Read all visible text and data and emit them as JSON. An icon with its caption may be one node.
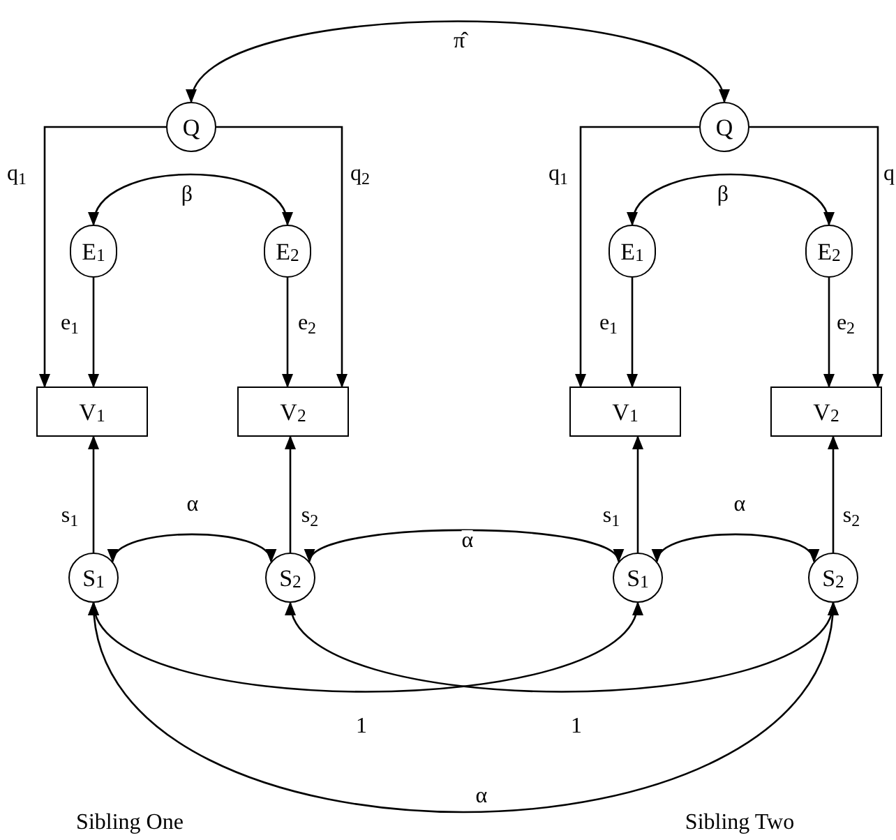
{
  "diagram": {
    "nodes": [
      {
        "text": [
          "Q"
        ]
      },
      {
        "text": [
          "E$_{1}$"
        ]
      },
      {
        "text": [
          "E$_{2}$"
        ]
      },
      {
        "text": [
          "V$_{1}$"
        ]
      },
      {
        "text": [
          "V$_{2}$"
        ]
      },
      {
        "text": [
          "Q"
        ]
      },
      {
        "text": [
          "E$_{1}$"
        ]
      },
      {
        "text": [
          "E$_{2}$"
        ]
      },
      {
        "text": [
          "V$_{1}$"
        ]
      },
      {
        "text": [
          "V$_{2}$"
        ]
      },
      {
        "text": [
          "S$_{1}$"
        ]
      },
      {
        "text": [
          "S$_{2}$"
        ]
      },
      {
        "text": [
          "S$_{1}$"
        ]
      },
      {
        "text": [
          "S$_{2}$"
        ]
      }
    ],
    "edges": [
      {
        "from": 0,
        "to": 5,
        "arrow": "both",
        "label": "π̂"
      },
      {
        "from": 0,
        "to": 3,
        "arrow": "to",
        "label": "q$_{1}$"
      },
      {
        "from": 0,
        "to": 4,
        "arrow": "to",
        "label": "q$_{2}$"
      },
      {
        "from": 1,
        "to": 2,
        "arrow": "both",
        "label": "β"
      },
      {
        "from": 1,
        "to": 3,
        "arrow": "to",
        "label": "e$_{1}$"
      },
      {
        "from": 2,
        "to": 4,
        "arrow": "to",
        "label": "e$_{2}$"
      },
      {
        "from": 5,
        "to": 8,
        "arrow": "to",
        "label": "q$_{1}$"
      },
      {
        "from": 5,
        "to": 9,
        "arrow": "to",
        "label": "q"
      },
      {
        "from": 6,
        "to": 7,
        "arrow": "both",
        "label": "β"
      },
      {
        "from": 6,
        "to": 8,
        "arrow": "to",
        "label": "e$_{1}$"
      },
      {
        "from": 7,
        "to": 9,
        "arrow": "to",
        "label": "e$_{2}$"
      },
      {
        "from": 10,
        "to": 3,
        "arrow": "to",
        "label": "s$_{1}$"
      },
      {
        "from": 11,
        "to": 4,
        "arrow": "to",
        "label": "s$_{2}$"
      },
      {
        "from": 12,
        "to": 8,
        "arrow": "to",
        "label": "s$_{1}$"
      },
      {
        "from": 13,
        "to": 9,
        "arrow": "to",
        "label": "s$_{2}$"
      },
      {
        "from": 10,
        "to": 11,
        "arrow": "both",
        "label": "α"
      },
      {
        "from": 11,
        "to": 12,
        "arrow": "both",
        "label": "α"
      },
      {
        "from": 12,
        "to": 13,
        "arrow": "both",
        "label": "α"
      },
      {
        "from": 10,
        "to": 12,
        "arrow": "both",
        "label": "1"
      },
      {
        "from": 11,
        "to": 13,
        "arrow": "both",
        "label": "1"
      },
      {
        "from": 10,
        "to": 13,
        "arrow": "both",
        "label": "α"
      }
    ],
    "labels": [
      "Sibling One",
      "Sibling Two"
    ]
  }
}
